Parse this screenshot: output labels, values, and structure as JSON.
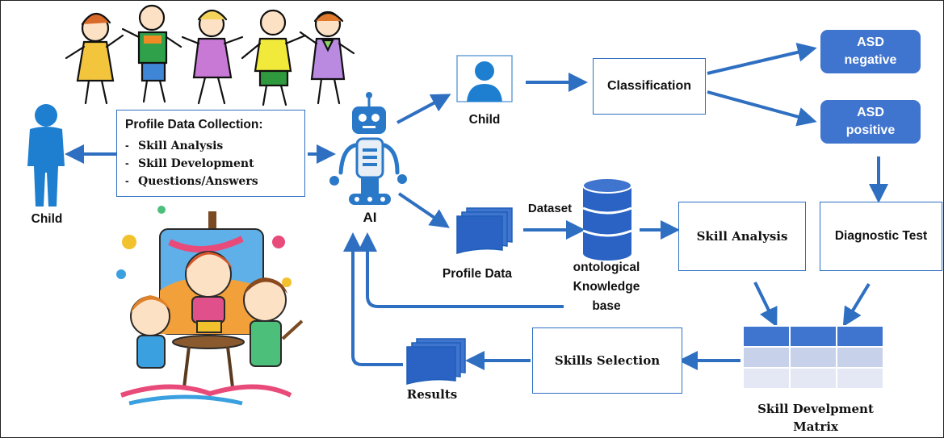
{
  "profile_collection": {
    "title": "Profile Data Collection:",
    "items": [
      "Skill Analysis",
      "Skill Development",
      "Questions/Answers"
    ]
  },
  "labels": {
    "child_left": "Child",
    "child_top": "Child",
    "ai": "AI",
    "classification": "Classification",
    "asd_negative": "ASD\nnegative",
    "asd_positive": "ASD\npositive",
    "dataset": "Dataset",
    "profile_data": "Profile Data",
    "knowledge_base": "ontological\nKnowledge\nbase",
    "skill_analysis": "Skill Analysis",
    "diagnostic_test": "Diagnostic Test",
    "skills_selection": "Skills Selection",
    "results": "Results",
    "matrix": "Skill Develpment\nMatrix"
  },
  "colors": {
    "arrow": "#2f6fc2",
    "pill": "#3f74cf",
    "person": "#1e7fd0",
    "robot_blue": "#2a78c8"
  },
  "icons": [
    "child-figure-icon",
    "robot-icon",
    "user-avatar-icon",
    "database-icon",
    "documents-icon",
    "matrix-icon",
    "dancing-children-illustration",
    "painting-children-illustration"
  ]
}
